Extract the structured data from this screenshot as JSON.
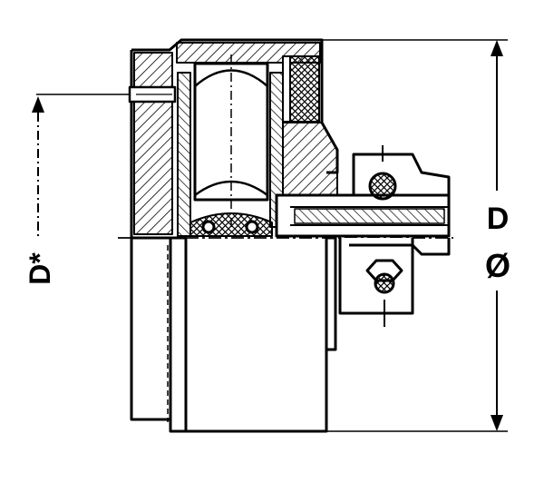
{
  "labels": {
    "d_outer": "D",
    "diameter_symbol": "Ø",
    "d_star": "D*"
  },
  "colors": {
    "ink": "#000000",
    "paper": "#ffffff"
  }
}
